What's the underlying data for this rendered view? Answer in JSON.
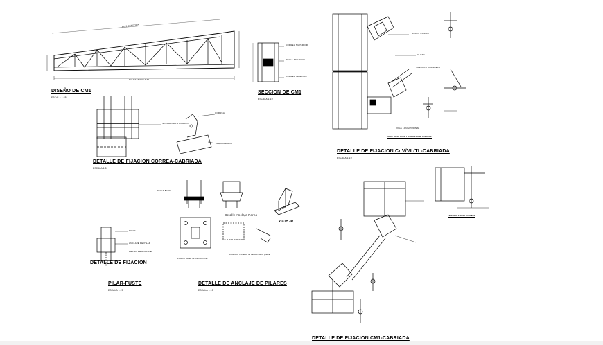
{
  "titles": {
    "diseno_cm1": "DISEÑO DE CM1",
    "seccion_cm1": "SECCION DE CM1",
    "fijacion_correa": "DETALLE DE FIJACION CORREA-CABRIADA",
    "fijacion_cv": "DETALLE DE FIJACION Cr.V/VL/TL-CABRIADA",
    "detalle_fijacion": "DETALLE DE FIJACION",
    "pilar_fuste": "PILAR-FUSTE",
    "anclaje_pilares": "DETALLE DE ANCLAJE DE PILARES",
    "fijacion_cm1": "DETALLE DE FIJACION CM1-CABRIADA",
    "vista_3d": "VISTA 3D",
    "detalle_anclaje_perno": "Detalle Anclaje Perno",
    "placa_base": "PLACA BASE (FUNDACION)",
    "cruz_vertical": "CRUZ VERTICAL Y VIGA LONGITUDINAL",
    "tensor_longitudinal": "TENSOR LONGITUDINAL"
  },
  "scales": {
    "s1": "ESCALA 1:25",
    "s2": "ESCALA 1:10",
    "s3": "ESCALA 1:5",
    "s4": "ESCALA 1:10",
    "s5": "ESCALA 1:20",
    "s6": "ESCALA 1:10"
  },
  "notes": {
    "truss_top": "PC 2 SEMIVIGA",
    "truss_bottom": "PC 2 SEMIVIGA 70",
    "sec_1": "CORREA SUPERIOR",
    "sec_2": "PLACA DE UNION",
    "sec_3": "CORREA INFERIOR",
    "correa": "CORREA",
    "cabriada": "CABRIADA",
    "bulon": "BULON COMUN",
    "soldadura": "SOLDADURA A ANGULO",
    "tuerca": "TUERCA Y ARANDELA",
    "chapa": "CHAPA",
    "viga_long": "VIGA LONGITUDINAL",
    "pilar": "PILAR",
    "placa": "PLACA BASE",
    "anclaje": "ANCLAJE DE PILAR",
    "perno": "PERNO DE ANCLAJE",
    "nota_centro": "Distancia variable al centro de la placa"
  },
  "colors": {
    "line": "#000000",
    "background": "#ffffff"
  }
}
